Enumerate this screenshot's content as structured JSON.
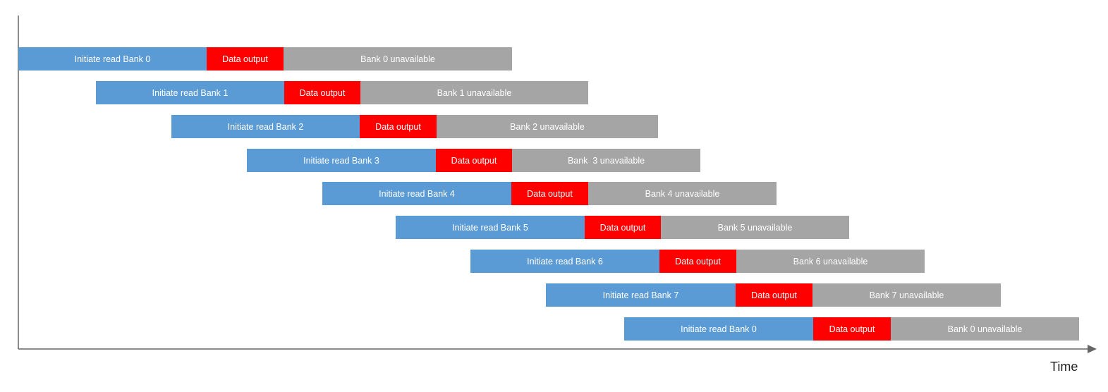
{
  "colors": {
    "initiate": "#5b9bd5",
    "output": "#ff0000",
    "unavailable": "#a5a5a5",
    "axis": "#666666"
  },
  "axis": {
    "x_label": "Time"
  },
  "rows": [
    {
      "initiate": {
        "label": "Initiate read Bank 0",
        "start": 0,
        "end": 267
      },
      "output": {
        "label": "Data output",
        "start": 267,
        "end": 376
      },
      "unavailable": {
        "label": "Bank 0 unavailable",
        "start": 376,
        "end": 700
      }
    },
    {
      "initiate": {
        "label": "Initiate read Bank 1",
        "start": 110,
        "end": 377
      },
      "output": {
        "label": "Data output",
        "start": 377,
        "end": 485
      },
      "unavailable": {
        "label": "Bank 1 unavailable",
        "start": 485,
        "end": 808
      }
    },
    {
      "initiate": {
        "label": "Initiate read Bank 2",
        "start": 217,
        "end": 484
      },
      "output": {
        "label": "Data output",
        "start": 484,
        "end": 593
      },
      "unavailable": {
        "label": "Bank 2 unavailable",
        "start": 593,
        "end": 907
      }
    },
    {
      "initiate": {
        "label": "Initiate read Bank 3",
        "start": 324,
        "end": 592
      },
      "output": {
        "label": "Data output",
        "start": 592,
        "end": 700
      },
      "unavailable": {
        "label": "Bank  3 unavailable",
        "start": 700,
        "end": 967
      }
    },
    {
      "initiate": {
        "label": "Initiate read Bank 4",
        "start": 431,
        "end": 699
      },
      "output": {
        "label": "Data output",
        "start": 699,
        "end": 808
      },
      "unavailable": {
        "label": "Bank 4 unavailable",
        "start": 808,
        "end": 1075
      }
    },
    {
      "initiate": {
        "label": "Initiate read Bank 5",
        "start": 535,
        "end": 803
      },
      "output": {
        "label": "Data output",
        "start": 803,
        "end": 911
      },
      "unavailable": {
        "label": "Bank 5 unavailable",
        "start": 911,
        "end": 1178
      }
    },
    {
      "initiate": {
        "label": "Initiate read Bank 6",
        "start": 641,
        "end": 909
      },
      "output": {
        "label": "Data output",
        "start": 909,
        "end": 1018
      },
      "unavailable": {
        "label": "Bank 6 unavailable",
        "start": 1018,
        "end": 1285
      }
    },
    {
      "initiate": {
        "label": "Initiate read Bank 7",
        "start": 748,
        "end": 1017
      },
      "output": {
        "label": "Data output",
        "start": 1017,
        "end": 1126
      },
      "unavailable": {
        "label": "Bank 7 unavailable",
        "start": 1126,
        "end": 1393
      }
    },
    {
      "initiate": {
        "label": "Initiate read Bank 0",
        "start": 859,
        "end": 1127
      },
      "output": {
        "label": "Data output",
        "start": 1127,
        "end": 1237
      },
      "unavailable": {
        "label": "Bank 0 unavailable",
        "start": 1237,
        "end": 1504
      }
    }
  ]
}
